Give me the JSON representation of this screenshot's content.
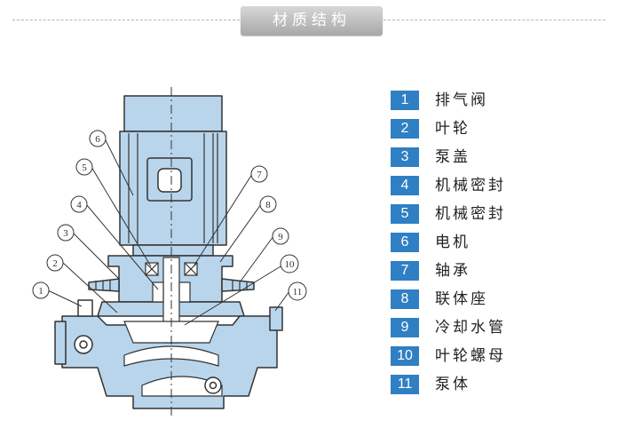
{
  "header": {
    "title": "材质结构"
  },
  "diagram": {
    "callouts": [
      "1",
      "2",
      "3",
      "4",
      "5",
      "6",
      "7",
      "8",
      "9",
      "10",
      "11"
    ]
  },
  "legend": [
    {
      "num": "1",
      "label": "排气阀"
    },
    {
      "num": "2",
      "label": "叶轮"
    },
    {
      "num": "3",
      "label": "泵盖"
    },
    {
      "num": "4",
      "label": "机械密封"
    },
    {
      "num": "5",
      "label": "机械密封"
    },
    {
      "num": "6",
      "label": "电机"
    },
    {
      "num": "7",
      "label": "轴承"
    },
    {
      "num": "8",
      "label": "联体座"
    },
    {
      "num": "9",
      "label": "冷却水管"
    },
    {
      "num": "10",
      "label": "叶轮螺母"
    },
    {
      "num": "11",
      "label": "泵体"
    }
  ],
  "colors": {
    "accent": "#2f7fc4",
    "pump_fill": "#b9d5ec",
    "outline": "#333333"
  }
}
